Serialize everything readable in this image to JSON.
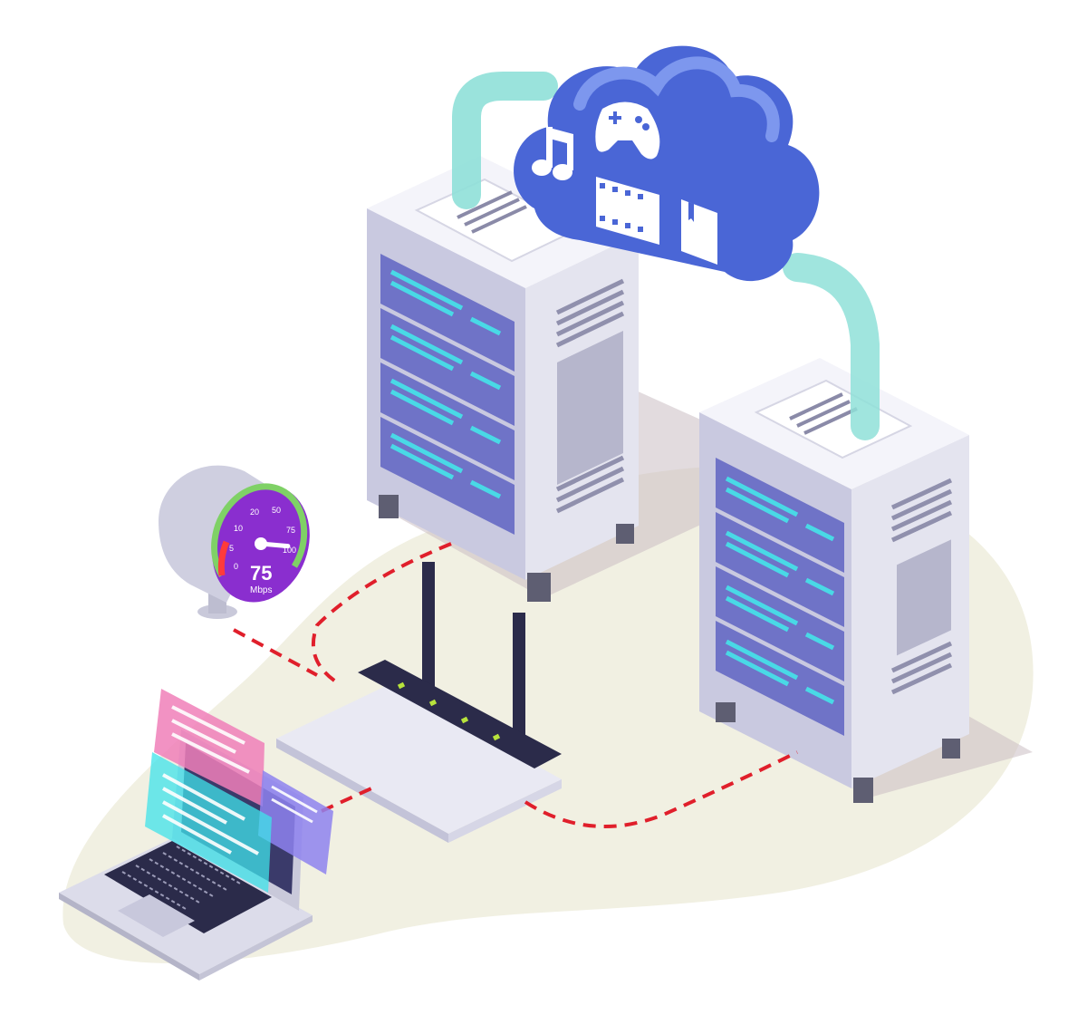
{
  "speedometer": {
    "speed_value": "75",
    "speed_unit": "Mbps",
    "ticks": [
      "0",
      "5",
      "10",
      "20",
      "50",
      "75",
      "100"
    ],
    "needle_fraction": 0.82
  },
  "colors": {
    "background": "#ffffff",
    "floor_blob": "#f1f0e2",
    "cloud": "#4a66d6",
    "server_body": "#e6e6f2",
    "server_panel": "#6f73c7",
    "server_lines": "#49d9e6",
    "gauge_face": "#8a2ecf",
    "cable": "#e01f2b",
    "pipe": "#8fe0d8"
  },
  "icons": [
    "music-note-icon",
    "gamepad-icon",
    "film-strip-icon",
    "book-icon"
  ]
}
